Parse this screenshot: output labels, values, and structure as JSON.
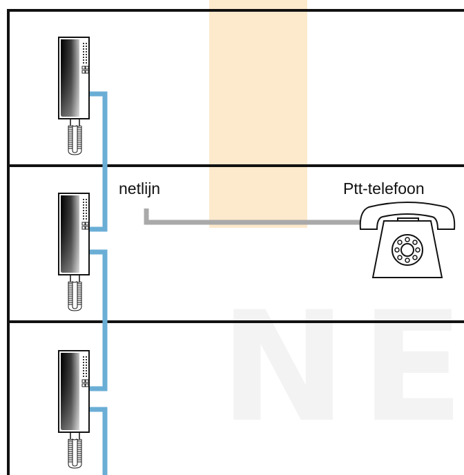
{
  "labels": {
    "line": "netlijn",
    "phone": "Ptt-telefoon"
  },
  "colors": {
    "background": "#ffffff",
    "frame": "#111111",
    "shaft": "#fde9cc",
    "intercom_wire": "#6aaed6",
    "phone_wire": "#a9a9a9",
    "watermark": "#f3f3f3",
    "device_body": "#1a1a1a",
    "device_face": "#ffffff"
  },
  "icons": {
    "intercom": "intercom-handset-icon",
    "telephone": "rotary-telephone-icon"
  },
  "watermark_letters": [
    "N",
    "E"
  ]
}
